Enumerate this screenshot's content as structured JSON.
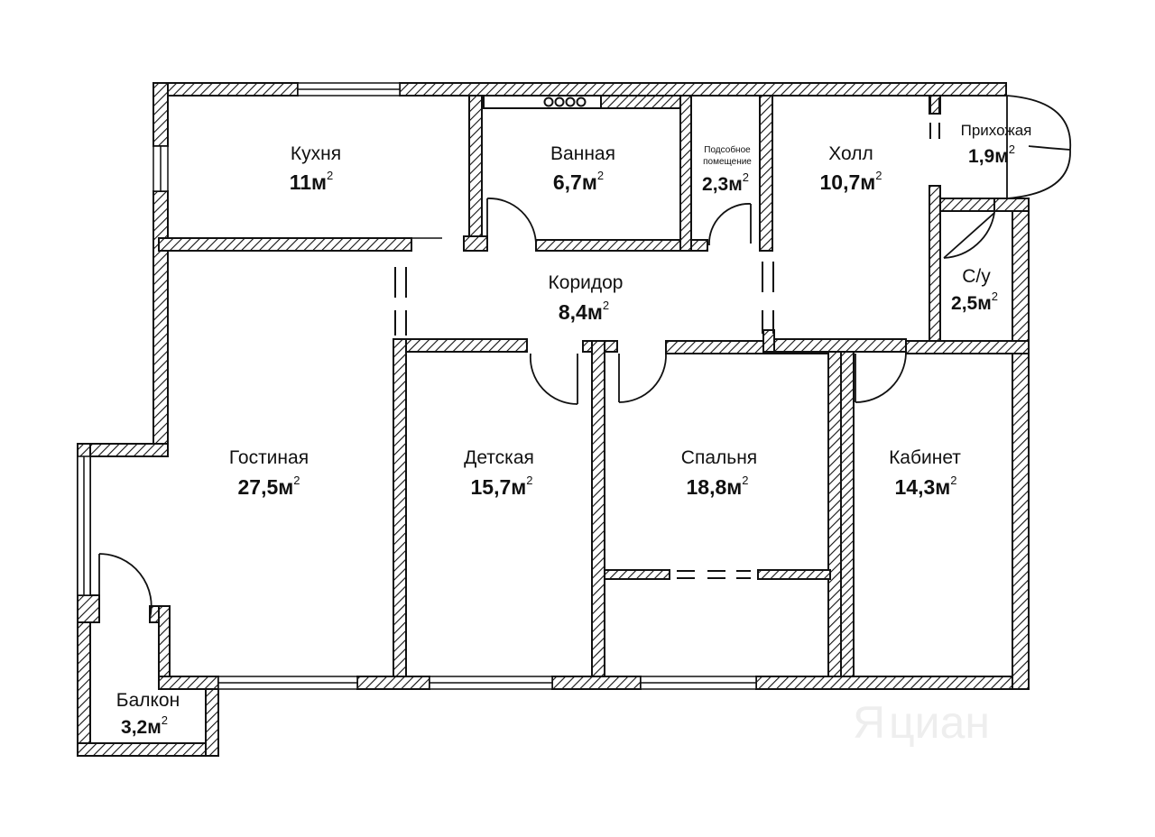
{
  "plan": {
    "rooms": [
      {
        "id": "kitchen",
        "name": "Кухня",
        "area": "11м"
      },
      {
        "id": "bathroom",
        "name": "Ванная",
        "area": "6,7м"
      },
      {
        "id": "utility",
        "name_line1": "Подсобное",
        "name_line2": "помещение",
        "area": "2,3м"
      },
      {
        "id": "hall",
        "name": "Холл",
        "area": "10,7м"
      },
      {
        "id": "entrance",
        "name": "Прихожая",
        "area": "1,9м"
      },
      {
        "id": "corridor",
        "name": "Коридор",
        "area": "8,4м"
      },
      {
        "id": "wc",
        "name": "С/у",
        "area": "2,5м"
      },
      {
        "id": "living",
        "name": "Гостиная",
        "area": "27,5м"
      },
      {
        "id": "kids",
        "name": "Детская",
        "area": "15,7м"
      },
      {
        "id": "bedroom",
        "name": "Спальня",
        "area": "18,8м"
      },
      {
        "id": "study",
        "name": "Кабинет",
        "area": "14,3м"
      },
      {
        "id": "balcony",
        "name": "Балкон",
        "area": "3,2м"
      }
    ],
    "area_unit_superscript": "2",
    "watermark": "циан"
  }
}
